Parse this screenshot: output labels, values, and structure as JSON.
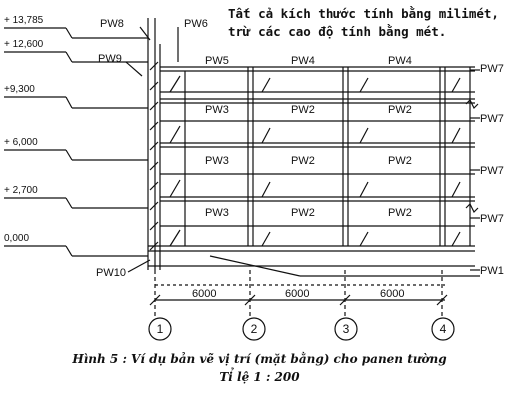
{
  "note": {
    "line1": "Tất cả kích thước tính bằng milimét,",
    "line2": "trừ các cao độ tính bằng mét."
  },
  "caption": {
    "figure": "Hình 5 : Ví dụ bản vẽ vị trí (mặt bằng) cho panen tường",
    "scale": "Tỉ lệ 1 : 200"
  },
  "levels": [
    "+ 13,785",
    "+ 12,600",
    "+9,300",
    "+ 6,000",
    "+ 2,700",
    "0,000"
  ],
  "columns": [
    "PW8",
    "PW6",
    "PW9",
    "PW10"
  ],
  "rows": [
    {
      "panels": [
        "PW5",
        "PW4",
        "PW4"
      ],
      "right": "PW7"
    },
    {
      "panels": [
        "PW3",
        "PW2",
        "PW2"
      ],
      "right": "PW7"
    },
    {
      "panels": [
        "PW3",
        "PW2",
        "PW2"
      ],
      "right": "PW7"
    },
    {
      "panels": [
        "PW3",
        "PW2",
        "PW2"
      ],
      "right": "PW7"
    }
  ],
  "bottom_panel": "PW1",
  "dimensions": [
    "6000",
    "6000",
    "6000"
  ],
  "axes": [
    "1",
    "2",
    "3",
    "4"
  ]
}
